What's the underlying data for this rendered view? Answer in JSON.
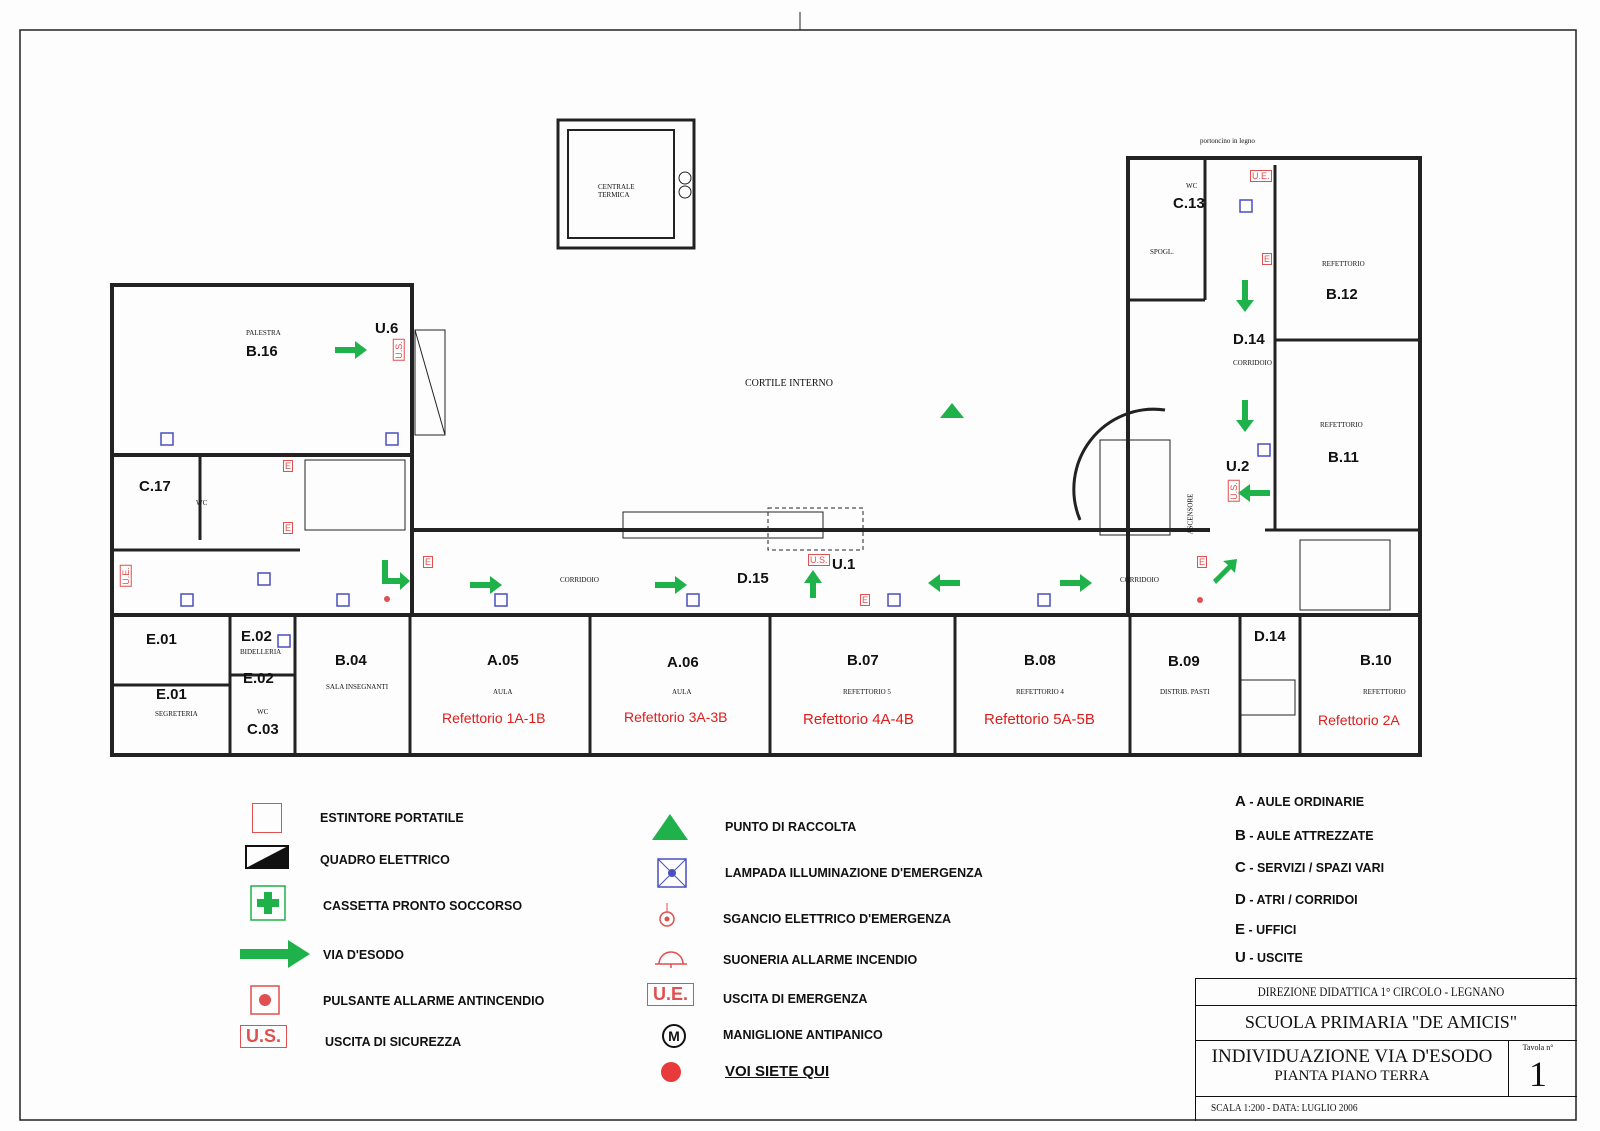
{
  "plan": {
    "courtyard": "CORTILE INTERNO",
    "central_heating": "CENTRALE TERMICA",
    "door_note": "portoncino in legno",
    "rooms": [
      {
        "code": "B.16",
        "name": "PALESTRA"
      },
      {
        "code": "U.6"
      },
      {
        "code": "C.17",
        "name": "WC"
      },
      {
        "code": "E.01"
      },
      {
        "code": "E.01",
        "name": "SEGRETERIA"
      },
      {
        "code": "E.02",
        "name": "BIDELLERIA"
      },
      {
        "code": "E.02"
      },
      {
        "code": "C.03",
        "name": "WC"
      },
      {
        "code": "B.04",
        "name": "SALA INSEGNANTI"
      },
      {
        "code": "A.05",
        "name": "AULA",
        "label": "Refettorio 1A-1B"
      },
      {
        "code": "A.06",
        "name": "AULA",
        "label": "Refettorio 3A-3B"
      },
      {
        "code": "B.07",
        "name": "REFETTORIO 5",
        "label": "Refettorio 4A-4B"
      },
      {
        "code": "B.08",
        "name": "REFETTORIO 4",
        "label": "Refettorio 5A-5B"
      },
      {
        "code": "B.09",
        "name": "DISTRIB. PASTI"
      },
      {
        "code": "D.14"
      },
      {
        "code": "B.10",
        "name": "REFETTORIO",
        "label": "Refettorio 2A"
      },
      {
        "code": "D.15",
        "name": "CORRIDOIO"
      },
      {
        "code": "U.1"
      },
      {
        "code": "U.2"
      },
      {
        "code": "D.14",
        "name": "CORRIDOIO"
      },
      {
        "code": "B.11",
        "name": "REFETTORIO"
      },
      {
        "code": "B.12",
        "name": "REFETTORIO"
      },
      {
        "code": "C.13",
        "name": "WC"
      },
      {
        "code": "SPOGL."
      },
      {
        "code": "ASCENSORE"
      }
    ],
    "corridor2": "CORRIDOIO",
    "marks": {
      "ue": "U.E.",
      "us": "U.S.",
      "e": "E"
    }
  },
  "legend": [
    {
      "icon": "extinguisher-icon",
      "label": "ESTINTORE PORTATILE"
    },
    {
      "icon": "electrical-panel-icon",
      "label": "QUADRO ELETTRICO"
    },
    {
      "icon": "first-aid-icon",
      "label": "CASSETTA PRONTO SOCCORSO"
    },
    {
      "icon": "exit-arrow-icon",
      "label": "VIA D'ESODO"
    },
    {
      "icon": "fire-alarm-button-icon",
      "label": "PULSANTE ALLARME ANTINCENDIO"
    },
    {
      "icon": "safety-exit-icon",
      "label": "USCITA DI SICUREZZA",
      "mark": "U.S."
    },
    {
      "icon": "assembly-point-icon",
      "label": "PUNTO DI RACCOLTA"
    },
    {
      "icon": "emergency-lamp-icon",
      "label": "LAMPADA ILLUMINAZIONE D'EMERGENZA"
    },
    {
      "icon": "power-cutoff-icon",
      "label": "SGANCIO ELETTRICO D'EMERGENZA"
    },
    {
      "icon": "fire-bell-icon",
      "label": "SUONERIA ALLARME INCENDIO"
    },
    {
      "icon": "emergency-exit-icon",
      "label": "USCITA DI EMERGENZA",
      "mark": "U.E."
    },
    {
      "icon": "panic-bar-icon",
      "label": "MANIGLIONE ANTIPANICO",
      "mark": "M"
    },
    {
      "icon": "you-are-here-icon",
      "label": "VOI SIETE QUI"
    }
  ],
  "categories": [
    {
      "letter": "A",
      "label": "- AULE ORDINARIE"
    },
    {
      "letter": "B",
      "label": "- AULE ATTREZZATE"
    },
    {
      "letter": "C",
      "label": "- SERVIZI / SPAZI VARI"
    },
    {
      "letter": "D",
      "label": "- ATRI / CORRIDOI"
    },
    {
      "letter": "E",
      "label": "- UFFICI"
    },
    {
      "letter": "U",
      "label": "- USCITE"
    }
  ],
  "title_block": {
    "authority": "DIREZIONE DIDATTICA 1° CIRCOLO - LEGNANO",
    "school": "SCUOLA PRIMARIA \"DE AMICIS\"",
    "title": "INDIVIDUAZIONE VIA D'ESODO",
    "subtitle": "PIANTA PIANO TERRA",
    "sheet_label": "Tavola n°",
    "sheet_number": "1",
    "scale_date": "SCALA 1:200 - DATA: LUGLIO 2006"
  },
  "colors": {
    "red": "#e01b1b",
    "green": "#1fb24a",
    "blue": "#4a4fc0"
  }
}
